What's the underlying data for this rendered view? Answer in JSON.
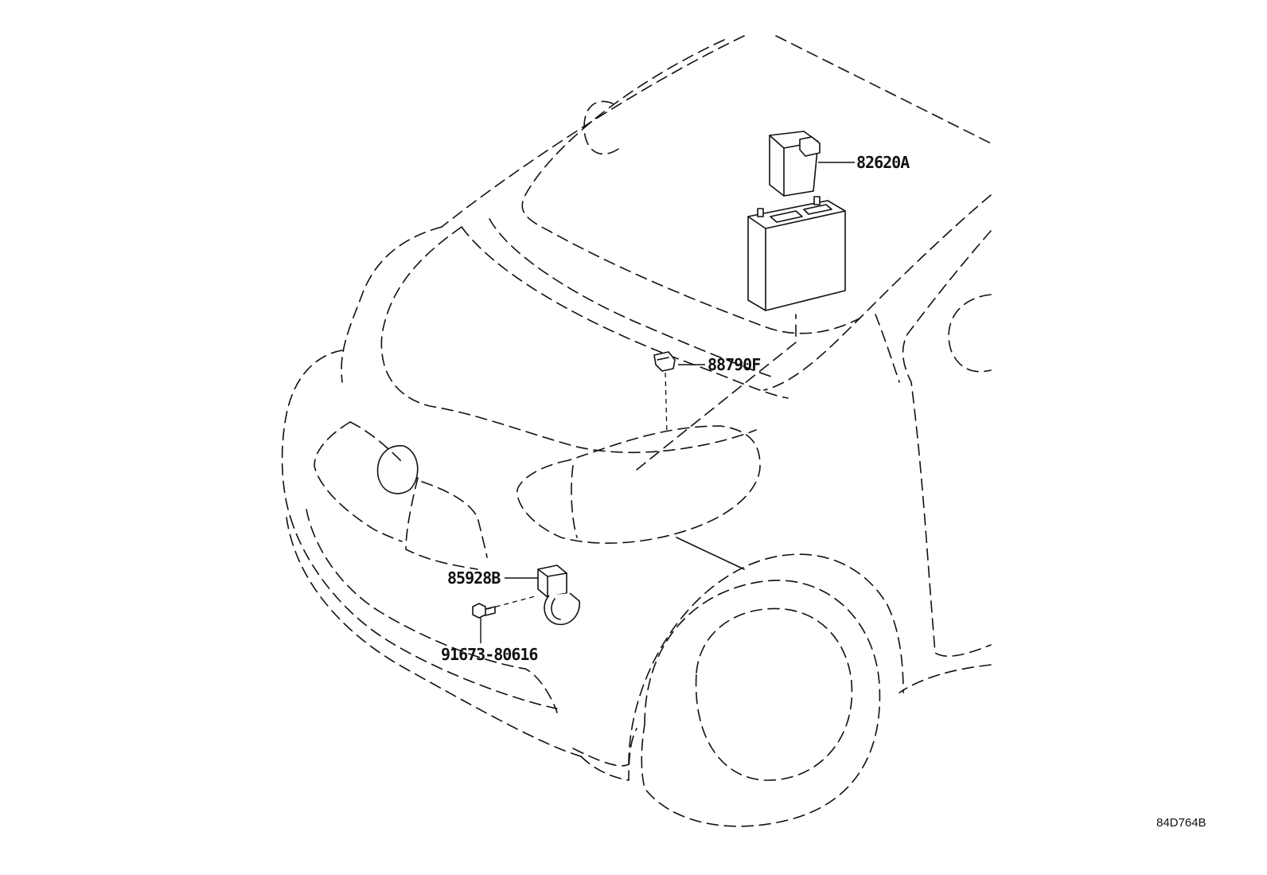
{
  "parts": [
    {
      "id": "82620A",
      "label": "82620A"
    },
    {
      "id": "88790F",
      "label": "88790F"
    },
    {
      "id": "85928B",
      "label": "85928B"
    },
    {
      "id": "91673-80616",
      "label": "91673-80616"
    }
  ],
  "illustration_code": "84D764B"
}
